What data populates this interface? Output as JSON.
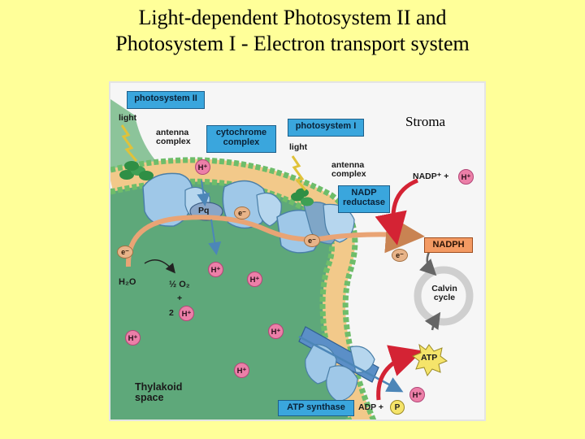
{
  "title": {
    "line1": "Light-dependent Photosystem II and",
    "line2": "Photosystem I - Electron transport system"
  },
  "diagram": {
    "region_stroma": "Stroma",
    "region_thylakoid": [
      "Thylakoid",
      "space"
    ],
    "boxes": {
      "photosystem_ii": "photosystem II",
      "cytochrome_complex": [
        "cytochrome",
        "complex"
      ],
      "photosystem_i": "photosystem I",
      "nadp_reductase": [
        "NADP",
        "reductase"
      ],
      "atp_synthase": "ATP synthase"
    },
    "labels": {
      "light_1": "light",
      "antenna_complex_1": [
        "antenna",
        "complex"
      ],
      "light_2": "light",
      "antenna_complex_2": [
        "antenna",
        "complex"
      ],
      "pq": "Pq",
      "h2o": "H₂O",
      "o2_half": "½ O₂",
      "plus": "+",
      "two": "2",
      "nadp_plus": "NADP⁺ +",
      "nadph": "NADPH",
      "calvin_cycle": [
        "Calvin",
        "cycle"
      ],
      "atp": "ATP",
      "adp_plus": "ADP +",
      "p": "P"
    },
    "particles": {
      "h_plus": "H⁺",
      "e_minus": "e⁻"
    },
    "colors": {
      "background": "#ffff99",
      "thylakoid_space": "#5ea87a",
      "protein": "#9fc8e8",
      "box": "#3aa6dd",
      "h_plus": "#ec7fa8",
      "nadph": "#f39a63",
      "red_arrow": "#d42334",
      "chlorophyll": "#2f8f45"
    }
  }
}
